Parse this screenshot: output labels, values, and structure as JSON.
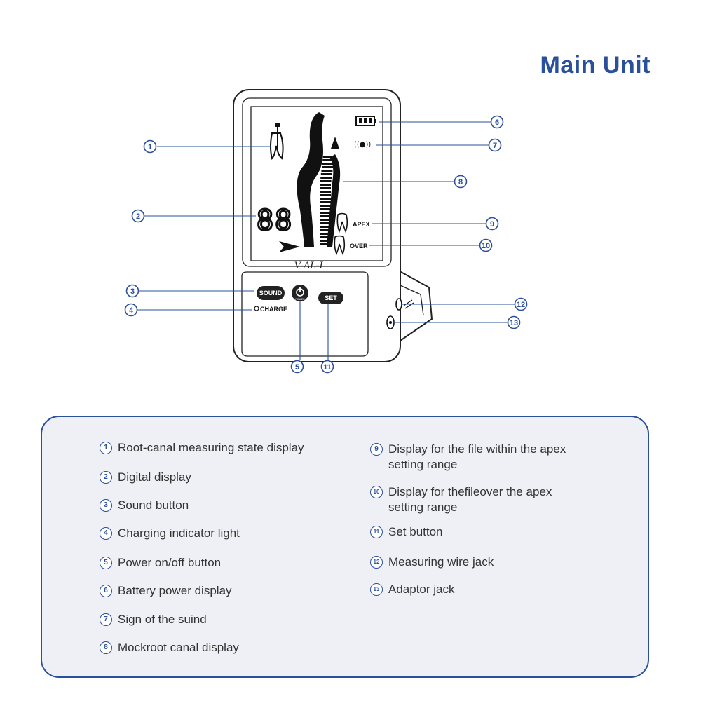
{
  "title": "Main Unit",
  "device": {
    "brand": "V-AL-I",
    "digits": "88",
    "apex_label": "APEX",
    "over_label": "OVER",
    "sound_label": "SOUND",
    "set_label": "SET",
    "charge_label": "CHARGE",
    "power_label": "POWER",
    "sound_waves": "((●))"
  },
  "callouts": [
    "1",
    "2",
    "3",
    "4",
    "5",
    "6",
    "7",
    "8",
    "9",
    "10",
    "11",
    "12",
    "13"
  ],
  "legend": [
    {
      "num": "1",
      "text": "Root-canal measuring state display"
    },
    {
      "num": "2",
      "text": "Digital display"
    },
    {
      "num": "3",
      "text": "Sound button"
    },
    {
      "num": "4",
      "text": "Charging indicator light"
    },
    {
      "num": "5",
      "text": "Power on/off button"
    },
    {
      "num": "6",
      "text": "Battery power display"
    },
    {
      "num": "7",
      "text": "Sign of the suind"
    },
    {
      "num": "8",
      "text": "Mockroot canal display"
    },
    {
      "num": "9",
      "text": "Display for the file within the apex setting range"
    },
    {
      "num": "10",
      "text": "Display for thefileover the apex setting range"
    },
    {
      "num": "11",
      "text": "Set button"
    },
    {
      "num": "12",
      "text": "Measuring wire jack"
    },
    {
      "num": "13",
      "text": "Adaptor jack"
    }
  ],
  "colors": {
    "accent": "#2a4f9b",
    "panel_bg": "#eef0f5",
    "text": "#333333"
  }
}
